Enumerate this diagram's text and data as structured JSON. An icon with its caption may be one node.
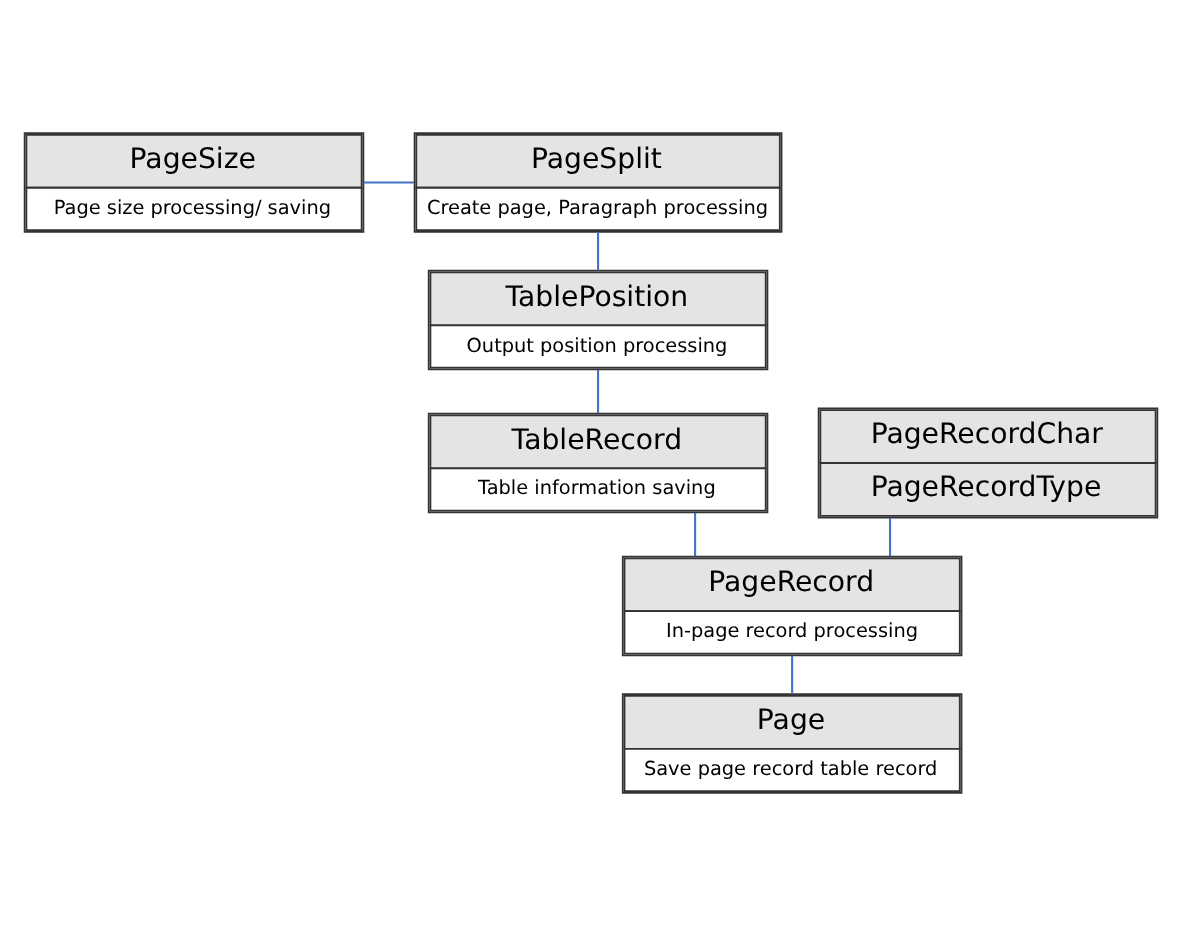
{
  "diagram": {
    "nodes": [
      {
        "text": [
          "PageSize",
          "Page size processing/ saving"
        ]
      },
      {
        "text": [
          "PageSplit",
          "Create page, Paragraph processing"
        ]
      },
      {
        "text": [
          "TablePosition",
          "Output position processing"
        ]
      },
      {
        "text": [
          "PageRecordChar",
          "PageRecordType"
        ]
      },
      {
        "text": [
          "TableRecord",
          "Table information saving"
        ]
      },
      {
        "text": [
          "PageRecord",
          "In-page record processing"
        ]
      },
      {
        "text": [
          "Page",
          "Save page record table record"
        ]
      }
    ],
    "edges": [
      {
        "from": 0,
        "to": 1,
        "arrow": "none"
      },
      {
        "from": 1,
        "to": 2,
        "arrow": "none"
      },
      {
        "from": 2,
        "to": 4,
        "arrow": "none"
      },
      {
        "from": 3,
        "to": 5,
        "arrow": "none"
      },
      {
        "from": 4,
        "to": 5,
        "arrow": "none"
      },
      {
        "from": 5,
        "to": 6,
        "arrow": "none"
      }
    ]
  }
}
